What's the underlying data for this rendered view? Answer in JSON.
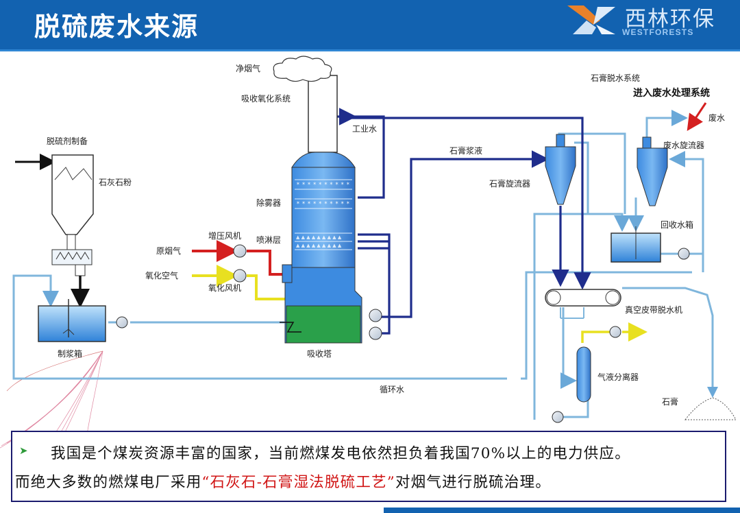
{
  "header": {
    "title": "脱硫废水来源",
    "brand_name": "西林环保",
    "brand_sub": "WESTFORESTS"
  },
  "labels": {
    "clean_flue_gas": "净烟气",
    "absorption_oxidation_system": "吸收氧化系统",
    "desulfurizer_prep": "脱硫剂制备",
    "limestone_powder": "石灰石粉",
    "slurry_tank": "制浆箱",
    "industrial_water": "工业水",
    "gypsum_slurry": "石膏浆液",
    "demister": "除雾器",
    "spray_layer": "喷淋层",
    "booster_fan": "增压风机",
    "raw_flue_gas": "原烟气",
    "oxidation_air": "氧化空气",
    "oxidation_fan": "氧化风机",
    "absorber_tower": "吸收塔",
    "gypsum_dewatering_system": "石膏脱水系统",
    "to_wastewater_treatment": "进入废水处理系统",
    "wastewater": "废水",
    "wastewater_cyclone": "废水旋流器",
    "gypsum_cyclone": "石膏旋流器",
    "recycle_water_tank": "回收水箱",
    "vacuum_belt_filter": "真空皮带脱水机",
    "gas_liquid_separator": "气液分离器",
    "circulating_water": "循环水",
    "gypsum": "石膏"
  },
  "text": {
    "line1": "我国是个煤炭资源丰富的国家，当前燃煤发电依然担负着我国70%以上的电力供应。",
    "line2_a": "而绝大多数的燃煤电厂采用",
    "line2_highlight": "“石灰石-石膏湿法脱硫工艺”",
    "line2_b": "对烟气进行脱硫治理。"
  },
  "colors": {
    "header_bg": "#1262b0",
    "pipe_blue": "#1f2d8c",
    "pipe_light": "#7fb6dc",
    "flue_red": "#d42020",
    "air_yellow": "#e8e020",
    "tower_blue": "#2f7fd6",
    "tower_green": "#2aa04a",
    "highlight_red": "#d01414"
  }
}
